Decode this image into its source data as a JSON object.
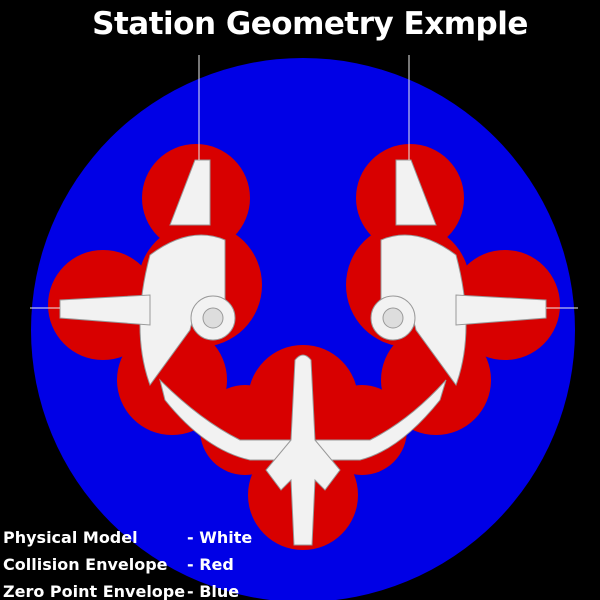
{
  "title": "Station Geometry Exmple",
  "legend": [
    {
      "label": "Physical Model",
      "value": "- White",
      "color": "#ffffff"
    },
    {
      "label": "Collision Envelope",
      "value": "- Red",
      "color": "#dd0000"
    },
    {
      "label": "Zero Point Envelope",
      "value": "- Blue",
      "color": "#0000ee"
    }
  ]
}
